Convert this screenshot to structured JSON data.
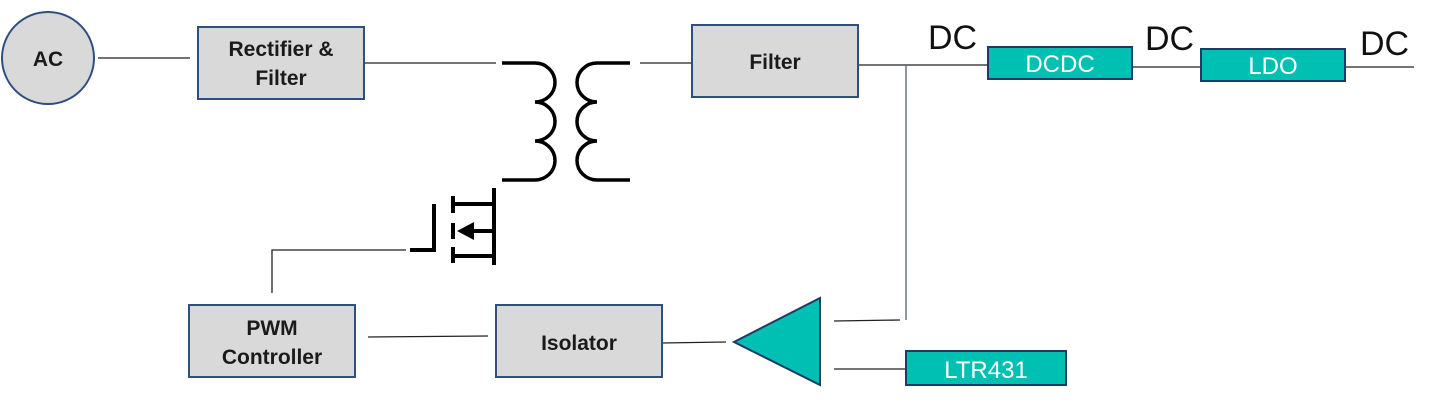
{
  "nodes": {
    "ac": "AC",
    "rectifier_line1": "Rectifier &",
    "rectifier_line2": "Filter",
    "filter": "Filter",
    "dcdc": "DCDC",
    "ldo": "LDO",
    "pwm_line1": "PWM",
    "pwm_line2": "Controller",
    "isolator": "Isolator",
    "ltr431": "LTR431"
  },
  "rail_labels": [
    "DC",
    "DC",
    "DC"
  ],
  "colors": {
    "gray_block": "#d9d9d9",
    "block_border": "#2f4f7f",
    "teal_block": "#00bfb3",
    "circle_fill": "#d9d9d9"
  },
  "icons": [
    "transformer-icon",
    "mosfet-icon",
    "amplifier-icon"
  ]
}
